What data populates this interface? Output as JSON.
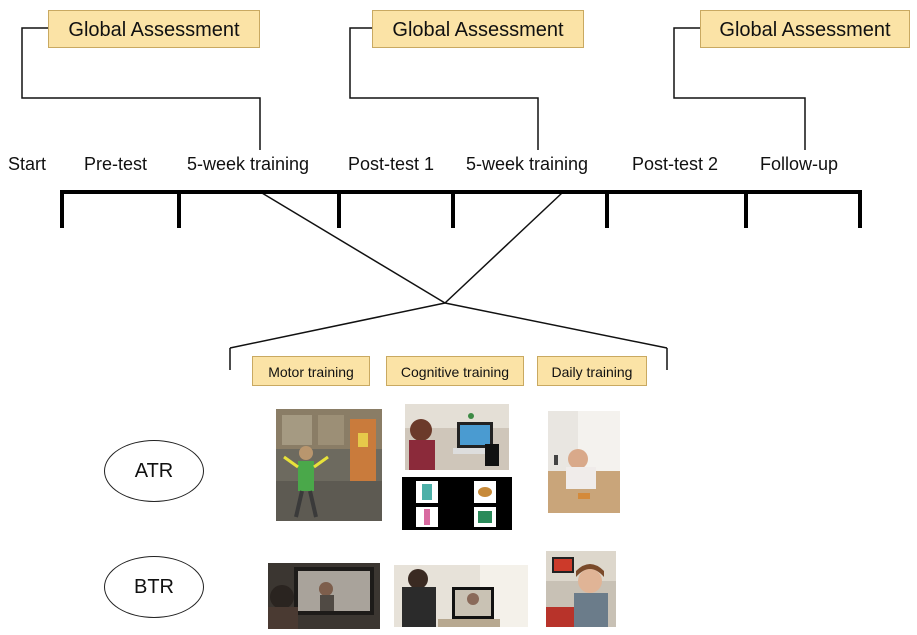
{
  "assessments": [
    {
      "label": "Global Assessment"
    },
    {
      "label": "Global Assessment"
    },
    {
      "label": "Global Assessment"
    }
  ],
  "phases": [
    "Start",
    "Pre-test",
    "5-week training",
    "Post-test 1",
    "5-week training",
    "Post-test 2",
    "Follow-up"
  ],
  "trainings": [
    "Motor training",
    "Cognitive training",
    "Daily training"
  ],
  "groups": [
    "ATR",
    "BTR"
  ],
  "colors": {
    "box_fill": "#fbe3a6",
    "box_border": "#c9a961",
    "line": "#111111"
  },
  "photos": [
    {
      "name": "photo-atr-motor"
    },
    {
      "name": "photo-atr-cognitive-tablet"
    },
    {
      "name": "photo-atr-cognitive-cards"
    },
    {
      "name": "photo-atr-daily"
    },
    {
      "name": "photo-btr-motor"
    },
    {
      "name": "photo-btr-cognitive"
    },
    {
      "name": "photo-btr-daily"
    }
  ]
}
